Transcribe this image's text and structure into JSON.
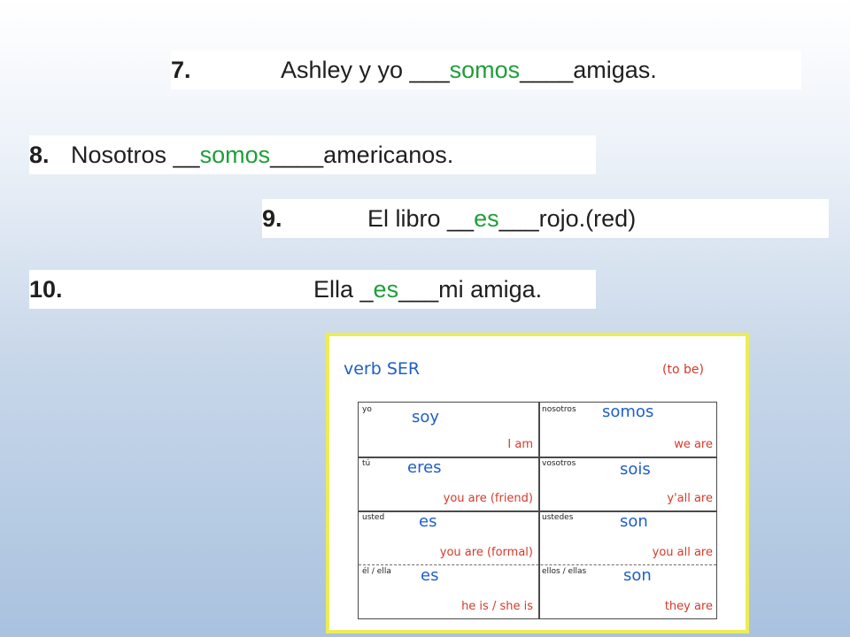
{
  "sentences": [
    {
      "number": "7.",
      "before": "Ashley y yo ___",
      "answer": "somos",
      "after": "____amigas."
    },
    {
      "number": "8.",
      "before": "Nosotros __",
      "answer": "somos",
      "after": "____americanos."
    },
    {
      "number": "9.",
      "before": "El libro __",
      "answer": "es",
      "after": "___rojo.(red)"
    },
    {
      "number": "10.",
      "before": "Ella _",
      "answer": "es",
      "after": "___mi amiga."
    }
  ],
  "chart": {
    "title": "verb  SER",
    "subtitle": "(to be)",
    "cells": [
      {
        "pronoun": "yo",
        "verb": "soy",
        "english": "I am"
      },
      {
        "pronoun": "nosotros",
        "verb": "somos",
        "english": "we are"
      },
      {
        "pronoun": "tú",
        "verb": "eres",
        "english": "you are (friend)"
      },
      {
        "pronoun": "vosotros",
        "verb": "sois",
        "english": "y'all are"
      },
      {
        "pronoun": "usted",
        "verb": "es",
        "english": "you are (formal)"
      },
      {
        "pronoun": "ustedes",
        "verb": "son",
        "english": "you all are"
      },
      {
        "pronoun": "él / ella",
        "verb": "es",
        "english": "he is / she is"
      },
      {
        "pronoun": "ellos / ellas",
        "verb": "son",
        "english": "they are"
      }
    ]
  },
  "colors": {
    "answer": "#1f9e3a",
    "verb": "#1e5fc8",
    "english": "#d43a2a",
    "chart_border": "#ecec55"
  }
}
